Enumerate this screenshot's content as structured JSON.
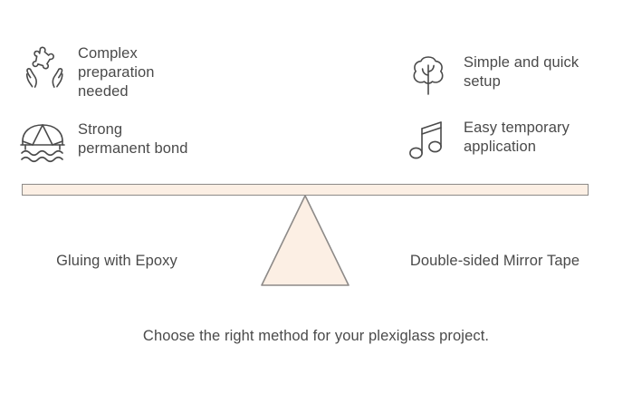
{
  "colors": {
    "background": "#ffffff",
    "beam_fill": "#fcefe4",
    "beam_stroke": "#8d8a88",
    "fulcrum_fill": "#fcefe4",
    "fulcrum_stroke": "#8d8a88",
    "text": "#4a4a4a",
    "icon_stroke": "#4a4a4a"
  },
  "left_side": {
    "title": "Gluing with Epoxy",
    "features": [
      {
        "icon": "puzzle-in-hands-icon",
        "label": "Complex\npreparation\nneeded"
      },
      {
        "icon": "bridge-over-water-icon",
        "label": "Strong\npermanent bond"
      }
    ]
  },
  "right_side": {
    "title": "Double-sided Mirror Tape",
    "features": [
      {
        "icon": "tree-icon",
        "label": "Simple and quick\nsetup"
      },
      {
        "icon": "music-notes-icon",
        "label": "Easy temporary\napplication"
      }
    ]
  },
  "seesaw": {
    "beam_name": "balance-beam",
    "fulcrum_name": "triangle-fulcrum"
  },
  "caption": "Choose the right method for your plexiglass project."
}
